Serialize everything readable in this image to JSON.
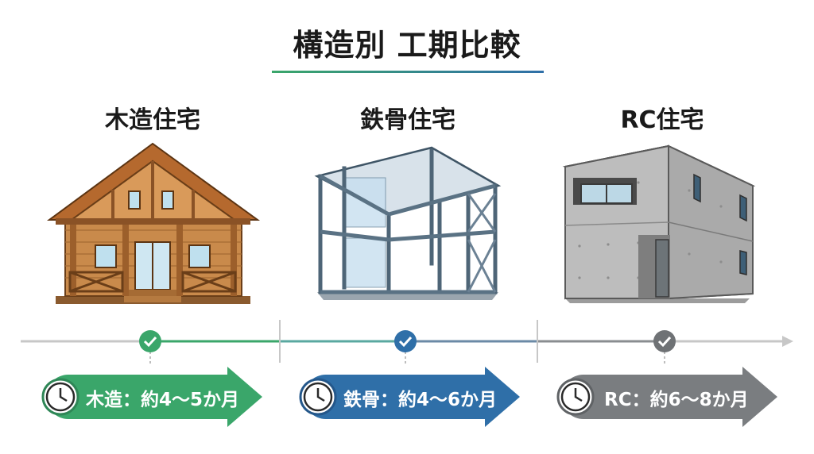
{
  "title": "構造別 工期比較",
  "columns": [
    {
      "label": "木造住宅",
      "duration": "木造：約4〜5か月",
      "color": "#3aa66a"
    },
    {
      "label": "鉄骨住宅",
      "duration": "鉄骨：約4〜6か月",
      "color": "#2f6fa8"
    },
    {
      "label": "RC住宅",
      "duration": "RC：約6〜8か月",
      "color": "#7a7d80"
    }
  ],
  "icons": [
    "wood-house-icon",
    "steel-frame-icon",
    "concrete-house-icon",
    "check-icon",
    "clock-icon"
  ]
}
